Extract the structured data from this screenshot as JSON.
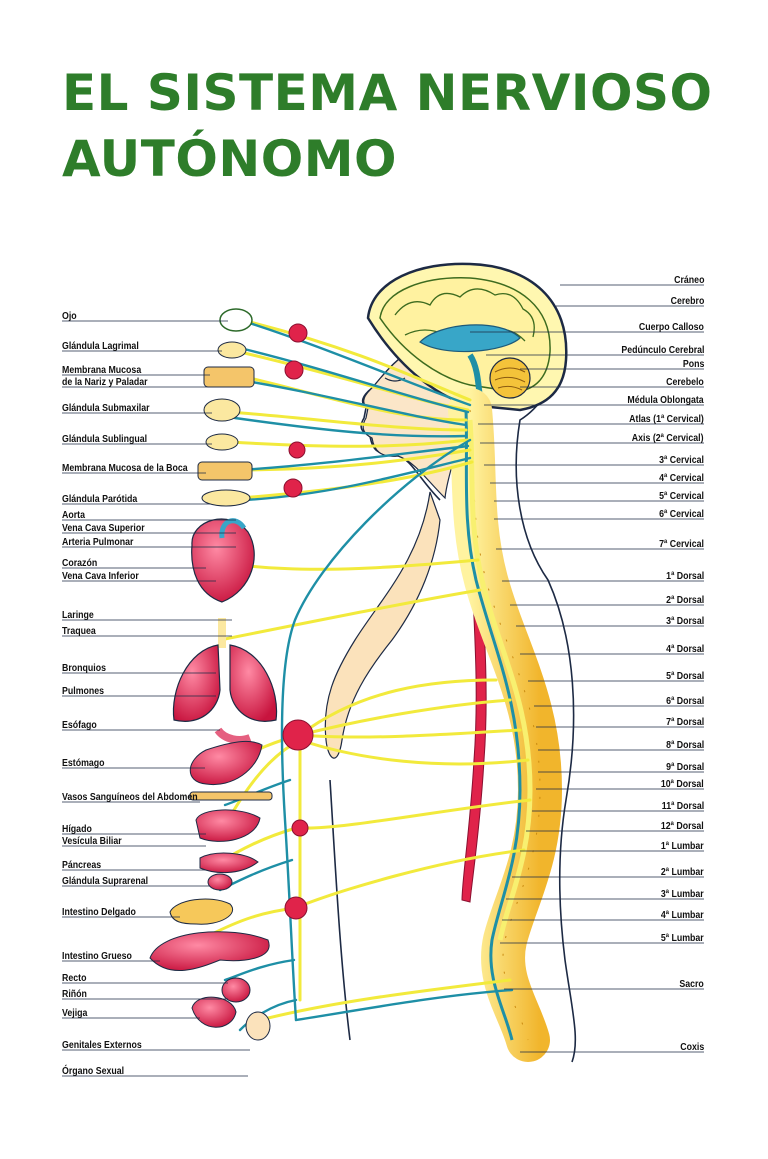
{
  "title": {
    "line1": "EL SISTEMA NERVIOSO",
    "line2": "AUTÓNOMO"
  },
  "colors": {
    "title_green": "#2e7d2a",
    "nerve_yellow": "#f2ea3c",
    "nerve_blue": "#1e8fa6",
    "ganglion_red": "#e0234a",
    "organ_red": "#d81f4a",
    "bone_yellow": "#f6d23a",
    "skin": "#fbe6c8"
  },
  "left_labels": [
    "Ojo",
    "Glándula Lagrimal",
    "Membrana Mucosa",
    "de la Nariz y Paladar",
    "Glándula Submaxilar",
    "Glándula Sublingual",
    "Membrana Mucosa de la Boca",
    "Glándula Parótida",
    "Aorta",
    "Vena Cava Superior",
    "Arteria Pulmonar",
    "Corazón",
    "Vena Cava Inferior",
    "Laringe",
    "Traquea",
    "Bronquios",
    "Pulmones",
    "Esófago",
    "Estómago",
    "Vasos Sanguíneos del Abdomen",
    "Hígado",
    "Vesícula Biliar",
    "Páncreas",
    "Glándula Suprarenal",
    "Intestino Delgado",
    "Intestino Grueso",
    "Recto",
    "Riñón",
    "Vejiga",
    "Genitales Externos",
    "Órgano Sexual"
  ],
  "right_labels": [
    "Cráneo",
    "Cerebro",
    "Cuerpo Calloso",
    "Pedúnculo Cerebral",
    "Pons",
    "Cerebelo",
    "Médula Oblongata",
    "Atlas (1ª Cervical)",
    "Axis (2ª Cervical)",
    "3ª Cervical",
    "4ª Cervical",
    "5ª Cervical",
    "6ª Cervical",
    "7ª Cervical",
    "1ª Dorsal",
    "2ª Dorsal",
    "3ª Dorsal",
    "4ª Dorsal",
    "5ª Dorsal",
    "6ª Dorsal",
    "7ª Dorsal",
    "8ª Dorsal",
    "9ª Dorsal",
    "10ª Dorsal",
    "11ª Dorsal",
    "12ª Dorsal",
    "1ª Lumbar",
    "2ª Lumbar",
    "3ª Lumbar",
    "4ª Lumbar",
    "5ª Lumbar",
    "Sacro",
    "Coxis"
  ]
}
